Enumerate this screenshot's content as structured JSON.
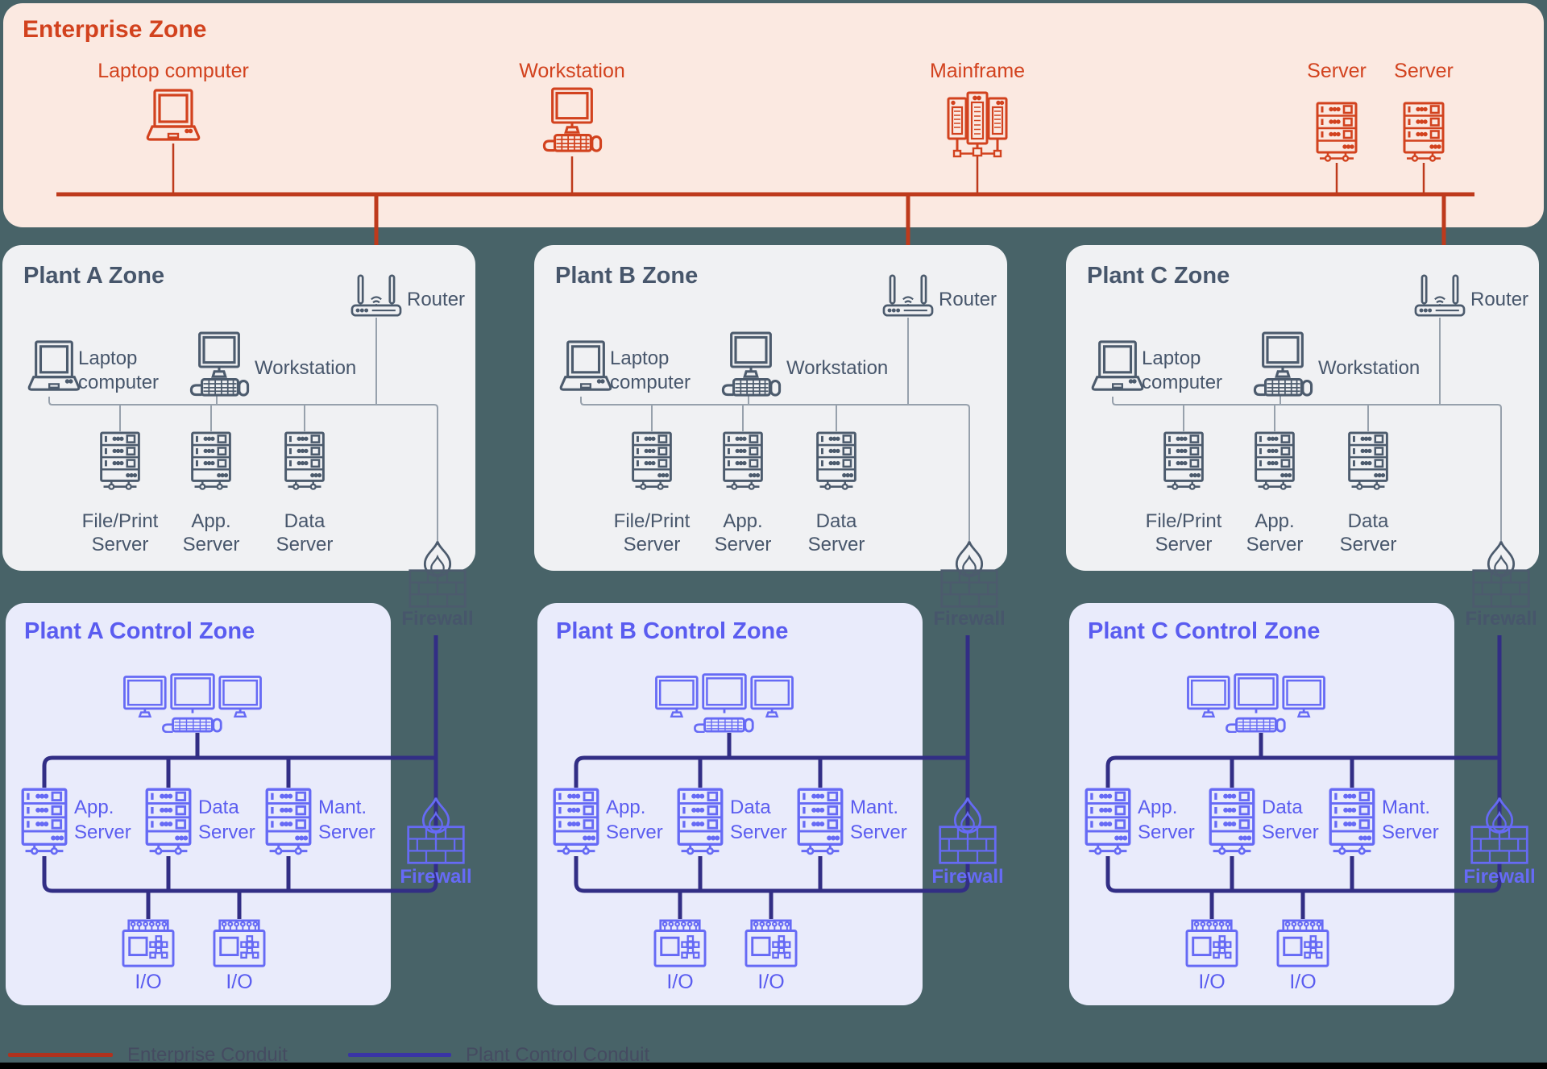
{
  "colors": {
    "page_bg": "#486368",
    "enterprise_bg": "#FBE9E1",
    "enterprise_accent": "#D2421E",
    "enterprise_line": "#BE3A1C",
    "plant_bg": "#F0F1F3",
    "plant_text": "#47566B",
    "plant_icon": "#4C5B6D",
    "plant_line": "#97A1AC",
    "control_bg": "#E9EBFB",
    "control_text": "#5A5CF0",
    "control_icon": "#666AF5",
    "control_line": "#322E85",
    "legend_text": "#454B61",
    "bottom_bar": "#000000"
  },
  "enterprise": {
    "title": "Enterprise Zone",
    "devices": [
      {
        "label": "Laptop computer",
        "icon": "laptop-icon"
      },
      {
        "label": "Workstation",
        "icon": "workstation-icon"
      },
      {
        "label": "Mainframe",
        "icon": "mainframe-icon"
      },
      {
        "label": "Server",
        "icon": "server-icon"
      },
      {
        "label": "Server",
        "icon": "server-icon"
      }
    ]
  },
  "plant_zones": [
    {
      "title": "Plant A Zone",
      "router_label": "Router",
      "laptop_line1": "Laptop",
      "laptop_line2": "computer",
      "workstation_label": "Workstation",
      "servers": [
        {
          "line1": "File/Print",
          "line2": "Server"
        },
        {
          "line1": "App.",
          "line2": "Server"
        },
        {
          "line1": "Data",
          "line2": "Server"
        }
      ],
      "firewall_label": "Firewall"
    },
    {
      "title": "Plant B Zone",
      "router_label": "Router",
      "laptop_line1": "Laptop",
      "laptop_line2": "computer",
      "workstation_label": "Workstation",
      "servers": [
        {
          "line1": "File/Print",
          "line2": "Server"
        },
        {
          "line1": "App.",
          "line2": "Server"
        },
        {
          "line1": "Data",
          "line2": "Server"
        }
      ],
      "firewall_label": "Firewall"
    },
    {
      "title": "Plant C Zone",
      "router_label": "Router",
      "laptop_line1": "Laptop",
      "laptop_line2": "computer",
      "workstation_label": "Workstation",
      "servers": [
        {
          "line1": "File/Print",
          "line2": "Server"
        },
        {
          "line1": "App.",
          "line2": "Server"
        },
        {
          "line1": "Data",
          "line2": "Server"
        }
      ],
      "firewall_label": "Firewall"
    }
  ],
  "control_zones": [
    {
      "title": "Plant A Control Zone",
      "servers": [
        {
          "line1": "App.",
          "line2": "Server"
        },
        {
          "line1": "Data",
          "line2": "Server"
        },
        {
          "line1": "Mant.",
          "line2": "Server"
        }
      ],
      "io_labels": [
        "I/O",
        "I/O"
      ],
      "firewall_label": "Firewall"
    },
    {
      "title": "Plant B Control Zone",
      "servers": [
        {
          "line1": "App.",
          "line2": "Server"
        },
        {
          "line1": "Data",
          "line2": "Server"
        },
        {
          "line1": "Mant.",
          "line2": "Server"
        }
      ],
      "io_labels": [
        "I/O",
        "I/O"
      ],
      "firewall_label": "Firewall"
    },
    {
      "title": "Plant C Control Zone",
      "servers": [
        {
          "line1": "App.",
          "line2": "Server"
        },
        {
          "line1": "Data",
          "line2": "Server"
        },
        {
          "line1": "Mant.",
          "line2": "Server"
        }
      ],
      "io_labels": [
        "I/O",
        "I/O"
      ],
      "firewall_label": "Firewall"
    }
  ],
  "legend": {
    "items": [
      {
        "label": "Enterprise Conduit",
        "color": "#B0321E"
      },
      {
        "label": "Plant Control Conduit",
        "color": "#3A34A6"
      }
    ]
  }
}
